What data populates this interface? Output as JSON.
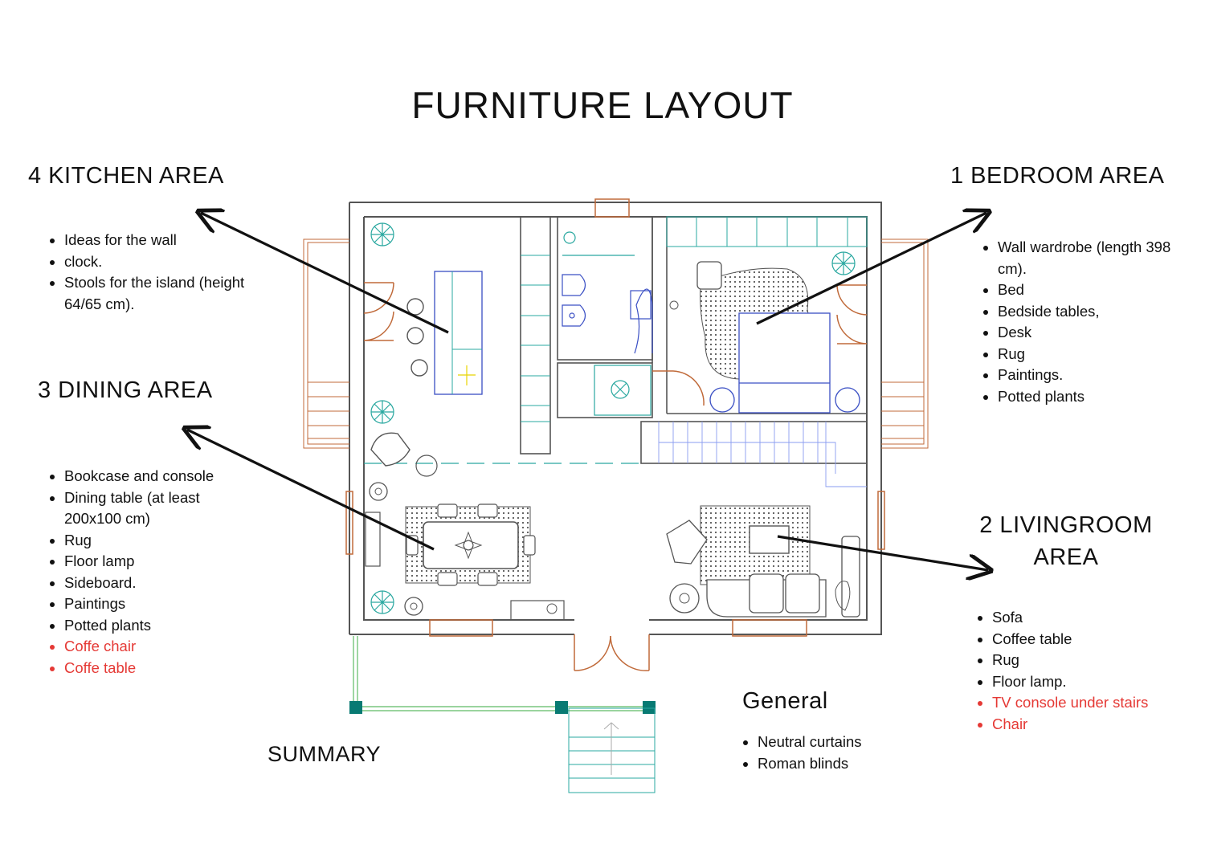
{
  "title": "FURNITURE LAYOUT",
  "colors": {
    "highlight": "#e53935",
    "wall": "#555555",
    "teal": "#2aa8a0",
    "blue": "#3a4fc4",
    "door": "#c06a3a",
    "green": "#5dbb63"
  },
  "sections": {
    "kitchen": {
      "heading": "4 KITCHEN AREA",
      "items": [
        {
          "text": "Ideas for the wall",
          "highlight": false
        },
        {
          "text": "clock.",
          "highlight": false
        },
        {
          "text": "Stools for the island (height 64/65 cm).",
          "highlight": false
        }
      ]
    },
    "bedroom": {
      "heading": "1 BEDROOM AREA",
      "items": [
        {
          "text": "Wall wardrobe (length 398 cm).",
          "highlight": false
        },
        {
          "text": "Bed",
          "highlight": false
        },
        {
          "text": "Bedside tables,",
          "highlight": false
        },
        {
          "text": "Desk",
          "highlight": false
        },
        {
          "text": "Rug",
          "highlight": false
        },
        {
          "text": "Paintings.",
          "highlight": false
        },
        {
          "text": "Potted plants",
          "highlight": false
        }
      ]
    },
    "dining": {
      "heading": "3 DINING AREA",
      "items": [
        {
          "text": "Bookcase and console",
          "highlight": false
        },
        {
          "text": "Dining table (at least 200x100 cm)",
          "highlight": false
        },
        {
          "text": "Rug",
          "highlight": false
        },
        {
          "text": "Floor lamp",
          "highlight": false
        },
        {
          "text": "Sideboard.",
          "highlight": false
        },
        {
          "text": "Paintings",
          "highlight": false
        },
        {
          "text": "Potted plants",
          "highlight": false
        },
        {
          "text": "Coffe chair",
          "highlight": true
        },
        {
          "text": "Coffe table",
          "highlight": true
        }
      ]
    },
    "livingroom": {
      "heading": "2 LIVINGROOM AREA",
      "items": [
        {
          "text": "Sofa",
          "highlight": false
        },
        {
          "text": "Coffee table",
          "highlight": false
        },
        {
          "text": "Rug",
          "highlight": false
        },
        {
          "text": "Floor lamp.",
          "highlight": false
        },
        {
          "text": "TV console under stairs",
          "highlight": true
        },
        {
          "text": "Chair",
          "highlight": true
        }
      ]
    },
    "general": {
      "heading": "General",
      "items": [
        {
          "text": "Neutral curtains",
          "highlight": false
        },
        {
          "text": "Roman blinds",
          "highlight": false
        }
      ]
    },
    "summary": {
      "heading": "SUMMARY"
    }
  }
}
